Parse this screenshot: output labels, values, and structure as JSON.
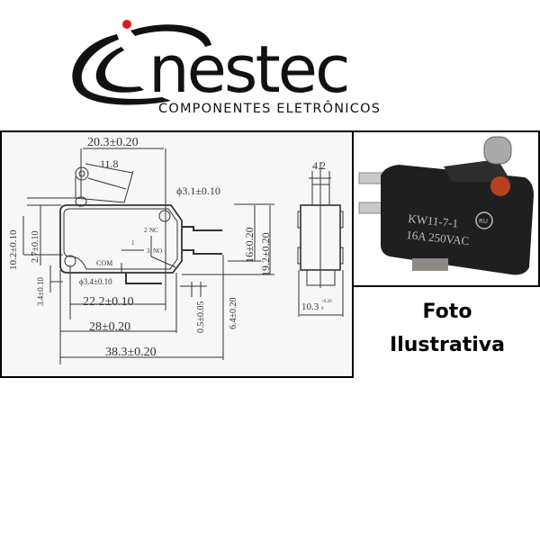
{
  "brand": {
    "logo_text": "Cinestec",
    "tagline": "COMPONENTES ELETRÔNICOS",
    "accent_color": "#e01b1b"
  },
  "drawing": {
    "dims": {
      "length_top": "20.3±0.20",
      "lever": "11.8",
      "hole_top": "ϕ3.1±0.10",
      "height_body": "10.2±0.10",
      "hole_offset": "2.7±0.10",
      "hole_bottom_offset": "3.4±0.10",
      "hole_bottom": "ϕ3.4±0.10",
      "hole_spacing": "22.2±0.10",
      "body_length": "28±0.20",
      "total_length": "38.3±0.20",
      "terminal_thickness": "0.5±0.05",
      "terminal_offset": "6.4±0.20",
      "terminal_span": "16±0.20",
      "terminal_height": "19.2±0.20",
      "side_width_top": "4.2",
      "side_width": "10.3",
      "side_width_tol_upper": "+0.20",
      "side_width_tol_lower": "0"
    },
    "terminals": {
      "com": "COM",
      "nc": "NC",
      "no": "NO",
      "pin1": "1",
      "pin2": "2",
      "pin3": "3"
    }
  },
  "photo": {
    "model": "KW11-7-1",
    "rating": "16A 250VAC",
    "cert_mark": "RU"
  },
  "caption": {
    "line1": "Foto",
    "line2": "Ilustrativa"
  }
}
